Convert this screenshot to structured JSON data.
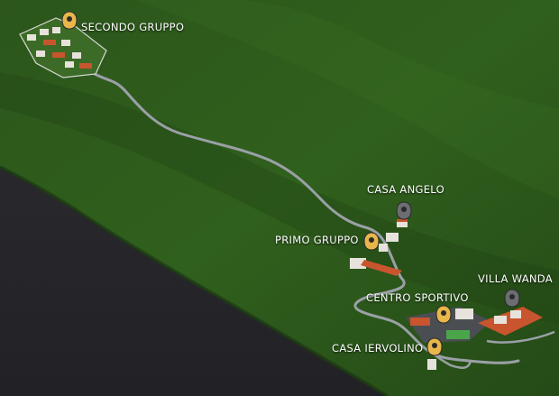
{
  "colors": {
    "lake": "#2a2a2e",
    "hill": "#2f5a1c",
    "road": "#9aa0a6",
    "pin": "#e8b64a",
    "pin_dark": "#6b6d70",
    "roof": "#c8552d",
    "building": "#e7e3dc"
  },
  "pins": [
    {
      "id": "secondo-gruppo",
      "label": "SECONDO GRUPPO",
      "pin_color": "#e8b64a"
    },
    {
      "id": "casa-angelo",
      "label": "CASA ANGELO",
      "pin_color": "#6b6d70"
    },
    {
      "id": "primo-gruppo",
      "label": "PRIMO GRUPPO",
      "pin_color": "#e8b64a"
    },
    {
      "id": "villa-wanda",
      "label": "VILLA WANDA",
      "pin_color": "#6b6d70"
    },
    {
      "id": "centro-sportivo",
      "label": "CENTRO SPORTIVO",
      "pin_color": "#e8b64a"
    },
    {
      "id": "casa-iervolino",
      "label": "CASA IERVOLINO",
      "pin_color": "#e8b64a"
    }
  ]
}
